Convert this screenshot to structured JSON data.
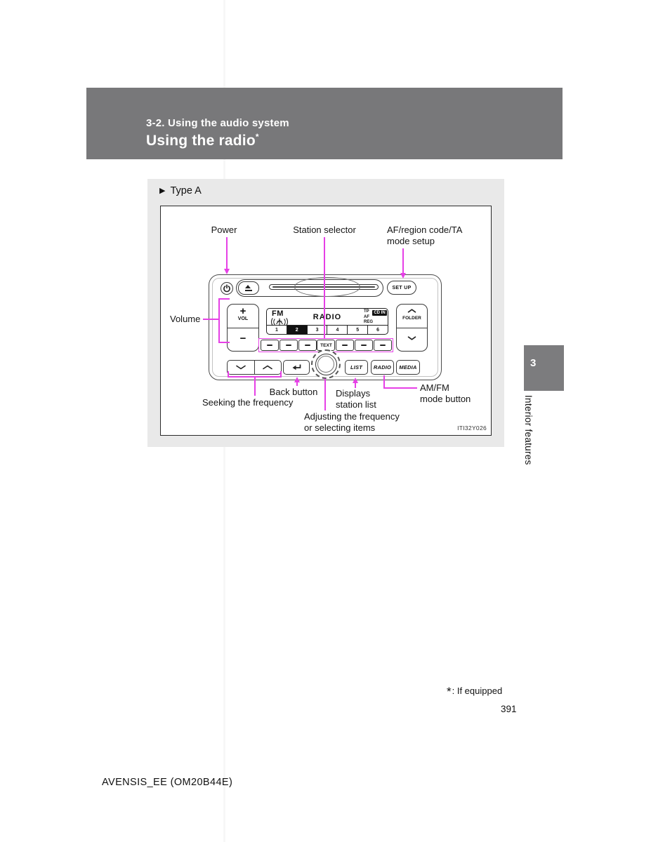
{
  "header": {
    "section": "3-2. Using the audio system",
    "title": "Using the radio",
    "title_asterisk": "*"
  },
  "figure": {
    "type_marker": "▶",
    "type_label": "Type A",
    "figure_code": "ITI32Y026",
    "annotations": {
      "power": "Power",
      "station_selector": "Station selector",
      "af_setup_line1": "AF/region code/TA",
      "af_setup_line2": "mode setup",
      "volume": "Volume",
      "seeking": "Seeking the frequency",
      "back": "Back button",
      "displays_line1": "Displays",
      "displays_line2": "station list",
      "adjusting_line1": "Adjusting the frequency",
      "adjusting_line2": "or selecting items",
      "amfm_line1": "AM/FM",
      "amfm_line2": "mode button"
    },
    "radio": {
      "setup_label": "SET UP",
      "vol_plus": "+",
      "vol_label": "VOL",
      "vol_minus": "−",
      "display": {
        "band": "FM",
        "station": "RADIO",
        "tp": "TP",
        "af": "AF",
        "reg": "REG",
        "cd_in": "CD IN",
        "presets": [
          "1",
          "2",
          "3",
          "4",
          "5",
          "6"
        ],
        "active_preset": "2"
      },
      "text_button": "TEXT",
      "folder_label": "FOLDER",
      "list_button": "LIST",
      "radio_button": "RADIO",
      "media_button": "MEDIA"
    }
  },
  "sidebar": {
    "chapter_number": "3",
    "chapter_title": "Interior features"
  },
  "footnote": {
    "symbol": "*",
    "text": ": If equipped"
  },
  "page_number": "391",
  "footer": "AVENSIS_EE (OM20B44E)",
  "colors": {
    "header_gray": "#78787a",
    "tab_gray": "#7c7c7e",
    "magenta": "#e640e6",
    "panel_bg": "#e9e9e9"
  }
}
